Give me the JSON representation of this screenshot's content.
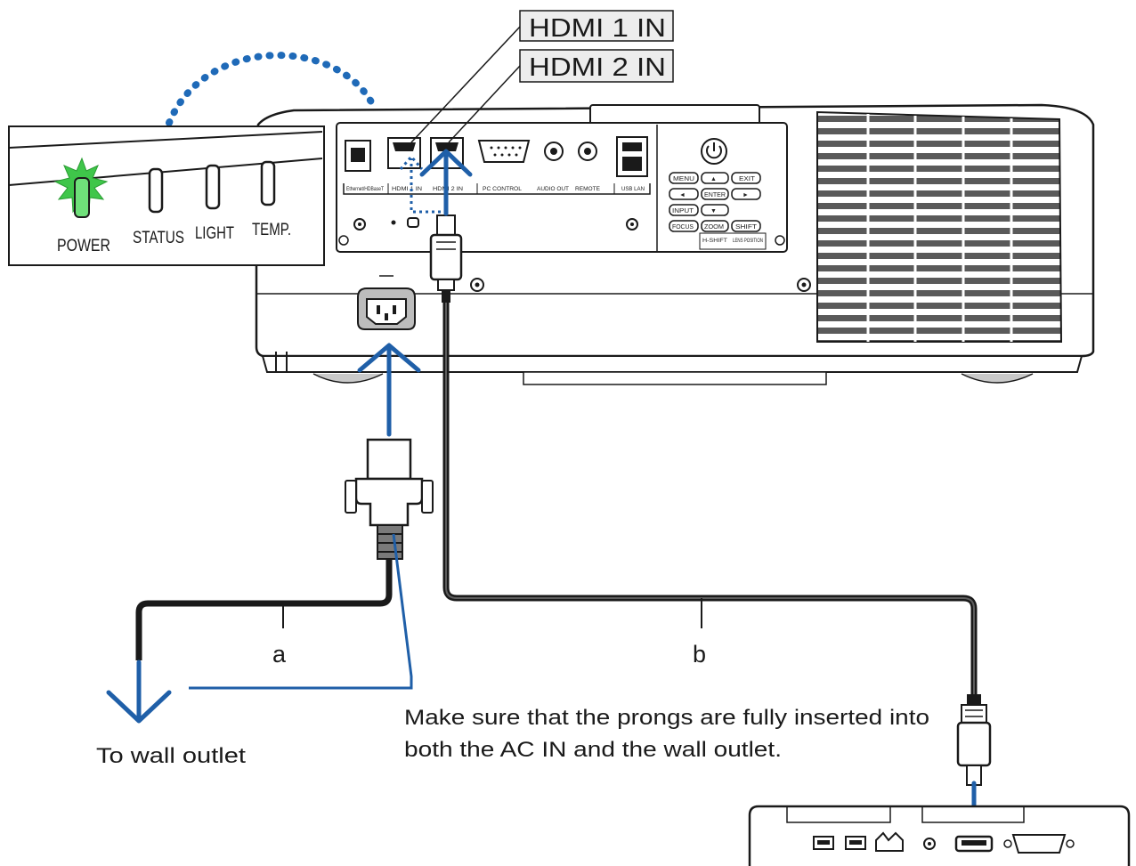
{
  "callouts": {
    "hdmi1": "HDMI 1 IN",
    "hdmi2": "HDMI 2 IN"
  },
  "indicators": {
    "power": "POWER",
    "status": "STATUS",
    "light": "LIGHT",
    "temp": "TEMP."
  },
  "cables": {
    "a": "a",
    "b": "b"
  },
  "notes": {
    "wall_outlet": "To wall outlet",
    "prongs_line1": "Make sure that the prongs are fully inserted into",
    "prongs_line2": "both the AC IN and the wall outlet."
  },
  "panel_labels": {
    "ethernet": "Ethernet/HDBaseT",
    "hdmi1_port": "HDMI 1 IN",
    "hdmi2_port": "HDMI 2 IN",
    "pc_control": "PC CONTROL",
    "audio_out": "AUDIO OUT",
    "remote": "REMOTE",
    "usb_lan": "USB LAN"
  },
  "keypad": {
    "menu": "MENU",
    "exit": "EXIT",
    "enter": "ENTER",
    "input": "INPUT",
    "focus": "FOCUS",
    "zoom": "ZOOM",
    "shift": "SHIFT",
    "shift_label": "H-SHIFT",
    "lens_label": "LENS POSITION"
  },
  "colors": {
    "arrow_blue": "#1f5fa8",
    "dotted_blue": "#1f6ab8",
    "power_led": "#3fc64a",
    "cable": "#1a1a1a"
  }
}
